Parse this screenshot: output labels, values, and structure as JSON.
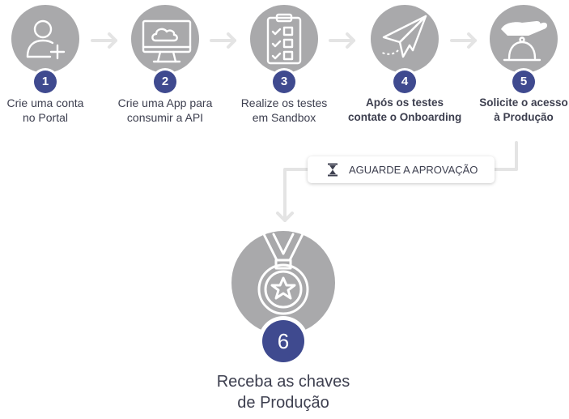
{
  "colors": {
    "circle": "#a9a9ab",
    "badge": "#3f4a8f",
    "arrow": "#e4e4e4",
    "text": "#3d3f4f"
  },
  "steps": [
    {
      "number": "1",
      "label_line1": "Crie uma conta",
      "label_line2": "no Portal",
      "icon": "add-user-icon"
    },
    {
      "number": "2",
      "label_line1": "Crie uma App para",
      "label_line2": "consumir a API",
      "icon": "cloud-monitor-icon"
    },
    {
      "number": "3",
      "label_line1": "Realize os testes",
      "label_line2": "em Sandbox",
      "icon": "checklist-clipboard-icon"
    },
    {
      "number": "4",
      "label_line1": "Após os testes",
      "label_line2": "contate o Onboarding",
      "icon": "paper-plane-icon"
    },
    {
      "number": "5",
      "label_line1": "Solicite o acesso",
      "label_line2": "à Produção",
      "icon": "service-bell-hand-icon"
    }
  ],
  "approval": {
    "text": "AGUARDE A APROVAÇÃO",
    "icon": "hourglass-icon"
  },
  "final": {
    "number": "6",
    "label_line1": "Receba as chaves",
    "label_line2": "de Produção",
    "icon": "medal-star-icon"
  }
}
